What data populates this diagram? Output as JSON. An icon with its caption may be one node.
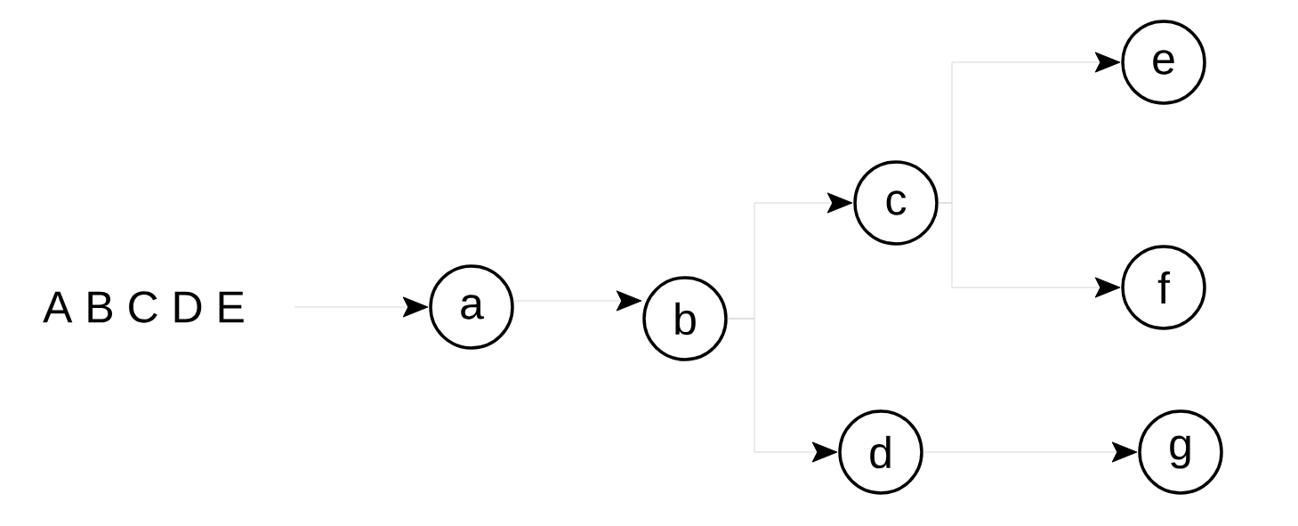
{
  "diagram": {
    "nodes": [
      {
        "text": [
          "A B C D E"
        ]
      },
      {
        "text": [
          "a"
        ]
      },
      {
        "text": [
          "b"
        ]
      },
      {
        "text": [
          "c"
        ]
      },
      {
        "text": [
          "d"
        ]
      },
      {
        "text": [
          "e"
        ]
      },
      {
        "text": [
          "f"
        ]
      },
      {
        "text": [
          "g"
        ]
      }
    ],
    "edges": [
      {
        "from": 0,
        "to": 1,
        "arrow": "to"
      },
      {
        "from": 1,
        "to": 2,
        "arrow": "to"
      },
      {
        "from": 2,
        "to": 3,
        "arrow": "to"
      },
      {
        "from": 2,
        "to": 4,
        "arrow": "to"
      },
      {
        "from": 3,
        "to": 5,
        "arrow": "to"
      },
      {
        "from": 3,
        "to": 6,
        "arrow": "to"
      },
      {
        "from": 4,
        "to": 7,
        "arrow": "to"
      }
    ]
  }
}
